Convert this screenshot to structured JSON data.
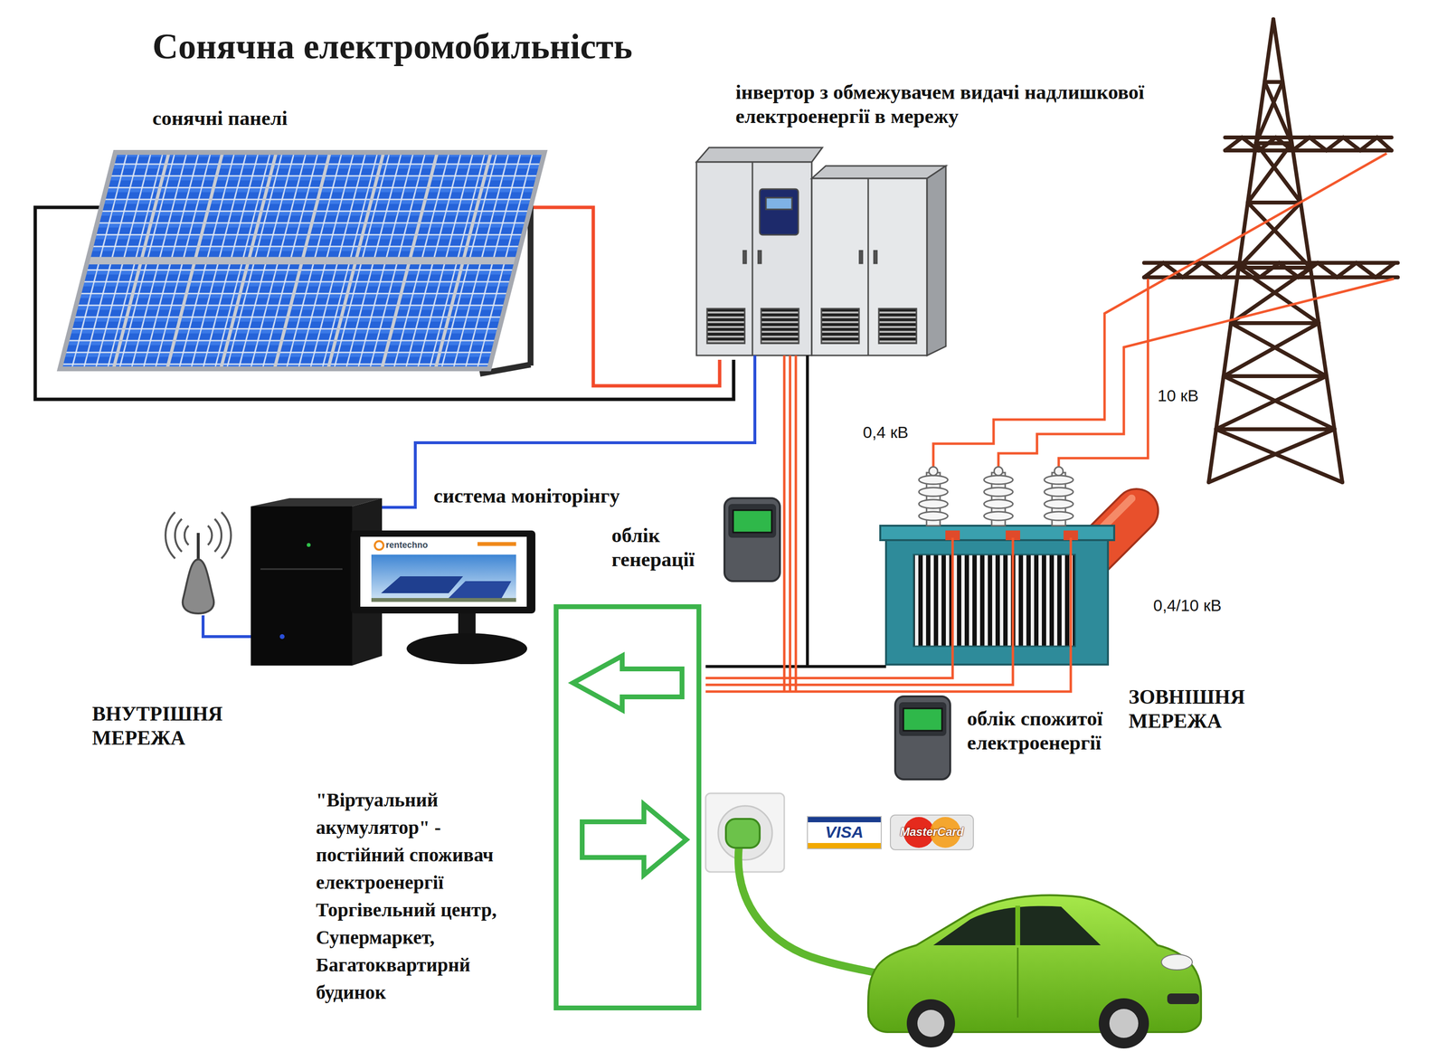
{
  "diagram": {
    "title": "Сонячна електромобильність",
    "nodes": [
      {
        "text": [
          "\"Віртуальний акумулятор\" - постійний споживач електроенергії Торгівельний центр, Супермаркет, Багатоквартирнй будинок"
        ]
      }
    ],
    "labels": [
      "сонячні панелі",
      "інвертор з обмежувачем видачі надлишкової електроенергії в мережу",
      "10 кВ",
      "0,4 кВ",
      "система моніторінгу",
      "rentechno",
      "облік генерації",
      "0,4/10 кВ",
      "ВНУТРІШНЯ МЕРЕЖА",
      "ЗОВНІШНЯ МЕРЕЖА",
      "облік спожитої електроенергії",
      "VISA",
      "MasterCard"
    ]
  }
}
